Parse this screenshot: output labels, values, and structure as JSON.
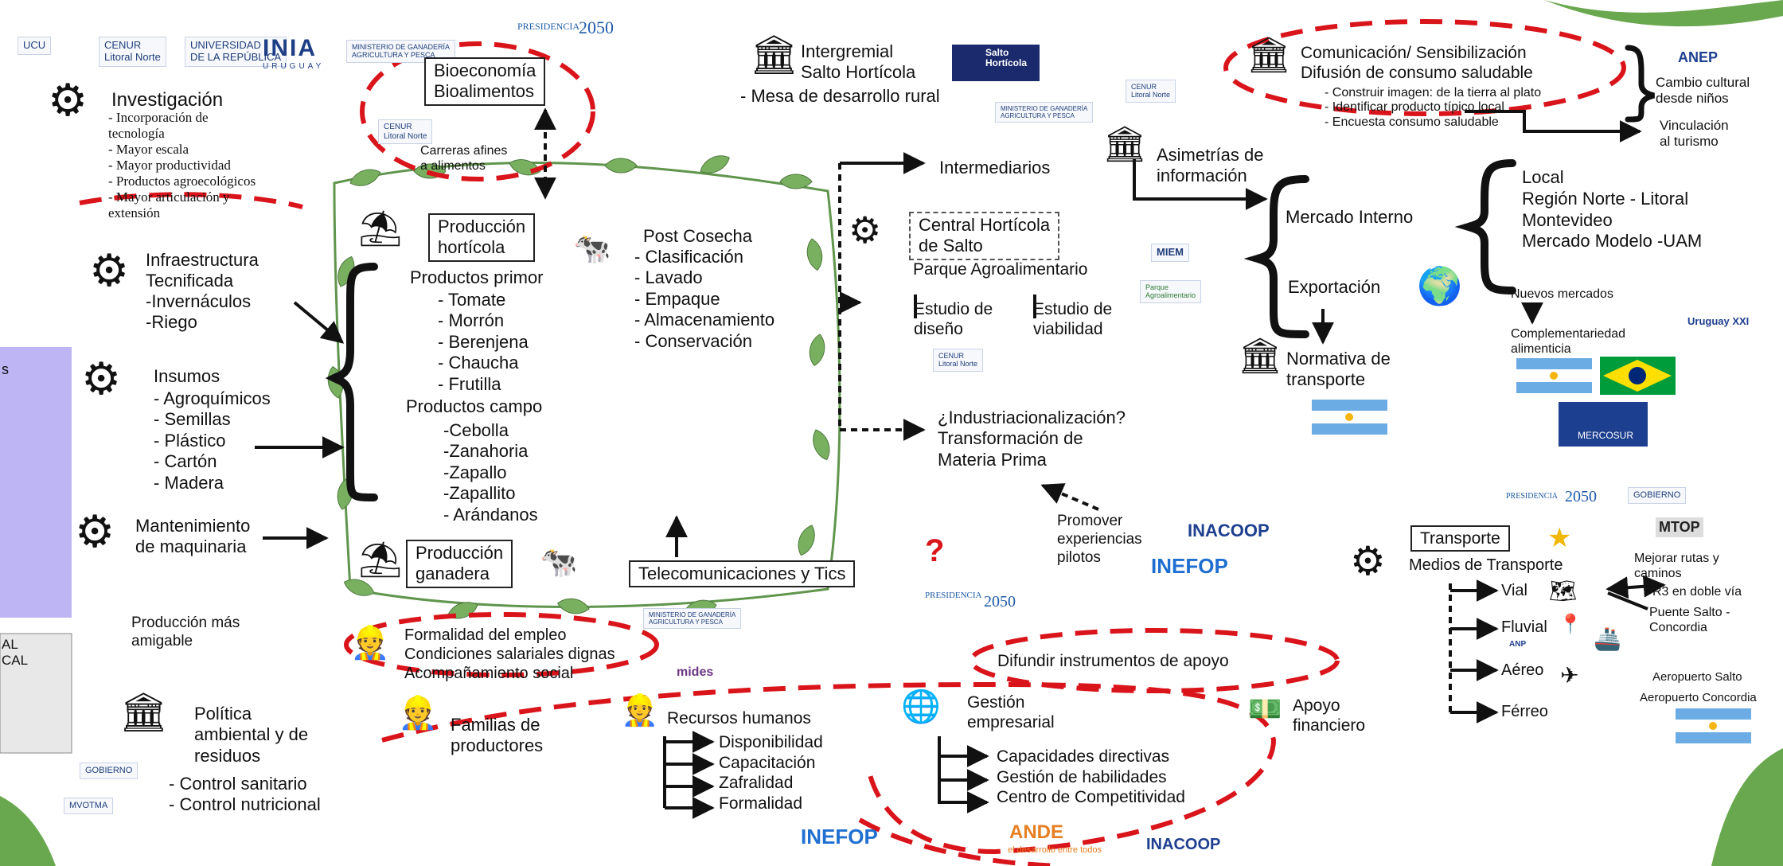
{
  "header": {
    "presidencia_top": "PRESIDENCIA",
    "year_2050_top": "2050"
  },
  "logos": {
    "cenur": "CENUR\nLitoral Norte",
    "udelar": "UNIVERSIDAD\nDE LA REPÚBLICA",
    "inia": "INIA",
    "inia_sub": "URUGUAY",
    "mgap": "MINISTERIO DE GANADERÍA\nAGRICULTURA Y PESCA",
    "salto_horticola": "Salto\nHortícola",
    "anep": "ANEP",
    "miem": "MIEM",
    "parque": "Parque\nAgroalimentario",
    "uruguay_xxi": "Uruguay XXI",
    "mercosur": "MERCOSUR",
    "gobierno": "GOBIERNO",
    "mtop": "MTOP",
    "inacoop": "INACOOP",
    "inefop": "INEFOP",
    "ande": "ANDE",
    "ande_sub": "el desarrollo entre todos",
    "mides": "mides",
    "mvotma": "MVOTMA",
    "anp": "ANP"
  },
  "research": {
    "title": "Investigación",
    "items": "- Incorporación de\ntecnología\n- Mayor escala\n- Mayor productividad\n- Productos agroecológicos\n- Mayor articulación y\nextensión"
  },
  "bioeconomia": {
    "title": "Bioeconomía\nBioalimentos",
    "careers": "Carreras afines\na alimentos"
  },
  "infra": {
    "title": "Infraestructura\nTecnificada",
    "items": "-Invernáculos\n-Riego"
  },
  "insumos": {
    "title": "Insumos",
    "items": "- Agroquímicos\n- Semillas\n- Plástico\n- Cartón\n- Madera"
  },
  "mantenimiento": "Mantenimiento\nde maquinaria",
  "produccion_amigable": "Producción más\namigable",
  "politica": {
    "title": "Política\nambiental y de\nresiduos",
    "items": "- Control sanitario\n- Control nutricional"
  },
  "produccion_horticola": {
    "title": "Producción\nhortícola",
    "primor_title": "Productos primor",
    "primor_items": "- Tomate\n- Morrón\n- Berenjena\n- Chaucha\n- Frutilla",
    "campo_title": "Productos campo",
    "campo_items": "-Cebolla\n-Zanahoria\n-Zapallo\n-Zapallito\n- Arándanos"
  },
  "post_cosecha": {
    "title": "Post Cosecha",
    "items": "- Clasificación\n- Lavado\n- Empaque\n- Almacenamiento\n- Conservación"
  },
  "produccion_ganadera": "Producción\nganadera",
  "telecom": "Telecomunicaciones y Tics",
  "intergremial": {
    "title": "Intergremial\nSalto Hortícola",
    "mesa": "- Mesa de desarrollo rural"
  },
  "intermediarios": "Intermediarios",
  "asimetrias": "Asimetrías de\ninformación",
  "central": {
    "title": "Central Hortícola\nde Salto",
    "parque": "Parque Agroalimentario",
    "estudio_diseno": "Estudio de\ndiseño",
    "estudio_viabilidad": "Estudio de\nviabilidad"
  },
  "industrializacion": "¿Industriacionalización?\nTransformación de\nMateria Prima",
  "promover": "Promover\nexperiencias\npilotos",
  "comunicacion": {
    "title": "Comunicación/ Sensibilización\nDifusión de consumo saludable",
    "items": "- Construir imagen: de la tierra al plato\n- Identificar producto típico local\n- Encuesta consumo saludable",
    "cambio": "Cambio cultural\ndesde niños",
    "vinculacion": "Vinculación\nal turismo"
  },
  "mercado": {
    "interno": "Mercado Interno",
    "exportacion": "Exportación",
    "local_list": "Local\nRegión Norte - Litoral\nMontevideo\nMercado Modelo -UAM",
    "normativa": "Normativa de\ntransporte",
    "nuevos": "Nuevos mercados",
    "complementariedad": "Complementariedad\nalimenticia"
  },
  "transporte": {
    "title": "Transporte",
    "medios": "Medios de Transporte",
    "mejorar": "Mejorar rutas y\ncaminos",
    "vial": "Vial",
    "fluvial": "Fluvial",
    "aereo": "Aéreo",
    "ferreo": "Férreo",
    "r3": "R3 en doble vía",
    "puente": "Puente Salto -\nConcordia",
    "aeropuerto_salto": "Aeropuerto Salto",
    "aeropuerto_concordia": "Aeropuerto Concordia"
  },
  "social": {
    "items": "Formalidad del empleo\nCondiciones salariales dignas\nAcompañamiento social"
  },
  "familias": "Familias de\nproductores",
  "rrhh": {
    "title": "Recursos humanos",
    "items": "Disponibilidad\nCapacitación\nZafralidad\nFormalidad"
  },
  "gestion": {
    "title": "Gestión\nempresarial",
    "items": "Capacidades directivas\nGestión de habilidades\nCentro de Competitividad"
  },
  "difundir": "Difundir instrumentos de apoyo",
  "apoyo": "Apoyo\nfinanciero",
  "left_panel": {
    "letter_s": "s",
    "frag_al": "AL",
    "frag_cal": "CAL"
  },
  "colors": {
    "dash_red": "#d9141a",
    "leaf_green": "#4f8a3a",
    "panel_purple": "#a99cf0",
    "flag_blue": "#6cace4",
    "brazil_green": "#009c3b",
    "brazil_yellow": "#ffdf00",
    "mercosur_blue": "#1d3f8f",
    "presidencia_blue": "#1e5aa8"
  }
}
